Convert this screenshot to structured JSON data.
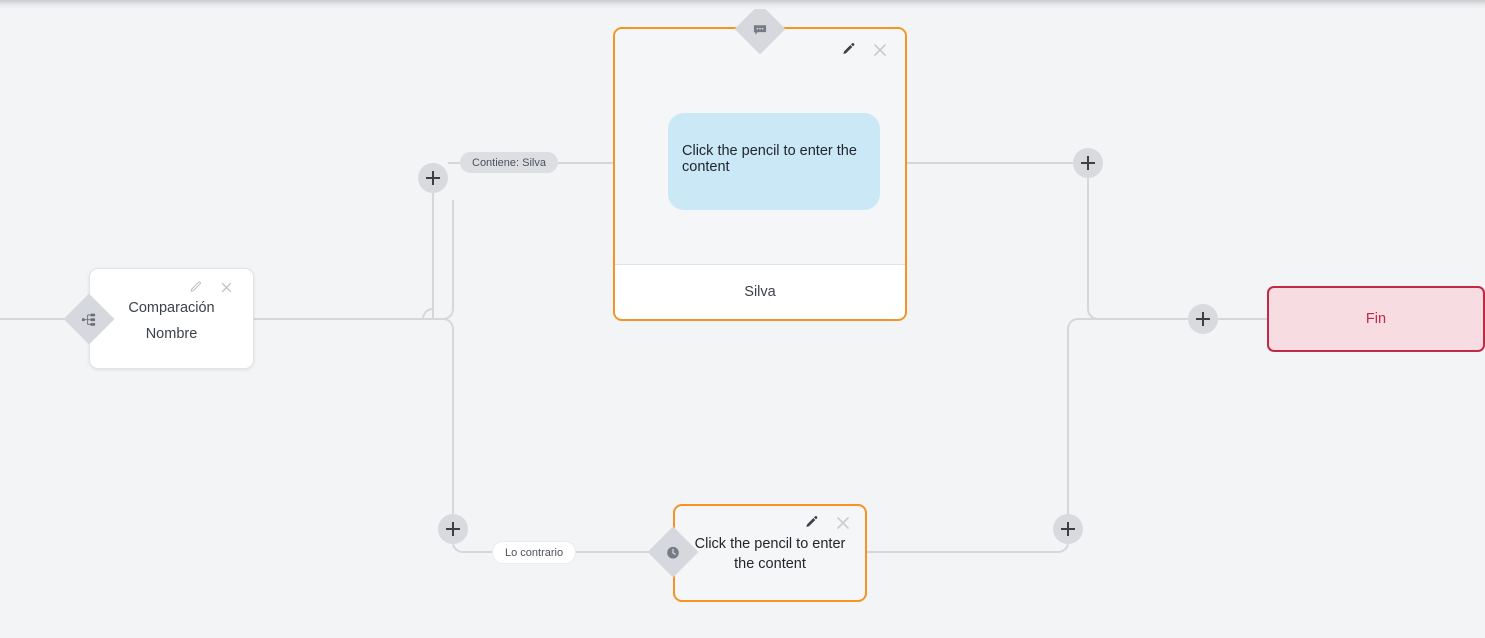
{
  "canvas": {
    "background_color": "#f3f4f6",
    "connector_color": "#d5d7db"
  },
  "nodes": {
    "comparison": {
      "title": "Comparación",
      "subtitle": "Nombre",
      "badge_icon": "sitemap-icon",
      "edit_icon": "pencil-icon",
      "close_icon": "close-icon",
      "border_color": "#e2e3e6"
    },
    "message_top": {
      "bubble_text": "Click the pencil to enter the content",
      "footer_label": "Silva",
      "badge_icon": "message-icon",
      "edit_icon": "pencil-icon",
      "close_icon": "close-icon",
      "border_color": "#f59423",
      "bubble_color": "#cbe8f7"
    },
    "message_bottom": {
      "text": "Click the pencil to enter the content",
      "badge_icon": "clock-icon",
      "edit_icon": "pencil-icon",
      "close_icon": "close-icon",
      "border_color": "#f59423"
    },
    "end": {
      "label": "Fin",
      "border_color": "#c02947",
      "fill_color": "#f7dde2"
    }
  },
  "edges": {
    "condition_true": "Contiene: Silva",
    "condition_false": "Lo contrario"
  },
  "add_buttons": [
    {
      "name": "add-node-branch-true"
    },
    {
      "name": "add-node-branch-false"
    },
    {
      "name": "add-node-after-message-top"
    },
    {
      "name": "add-node-after-message-bottom"
    },
    {
      "name": "add-node-before-end"
    }
  ]
}
